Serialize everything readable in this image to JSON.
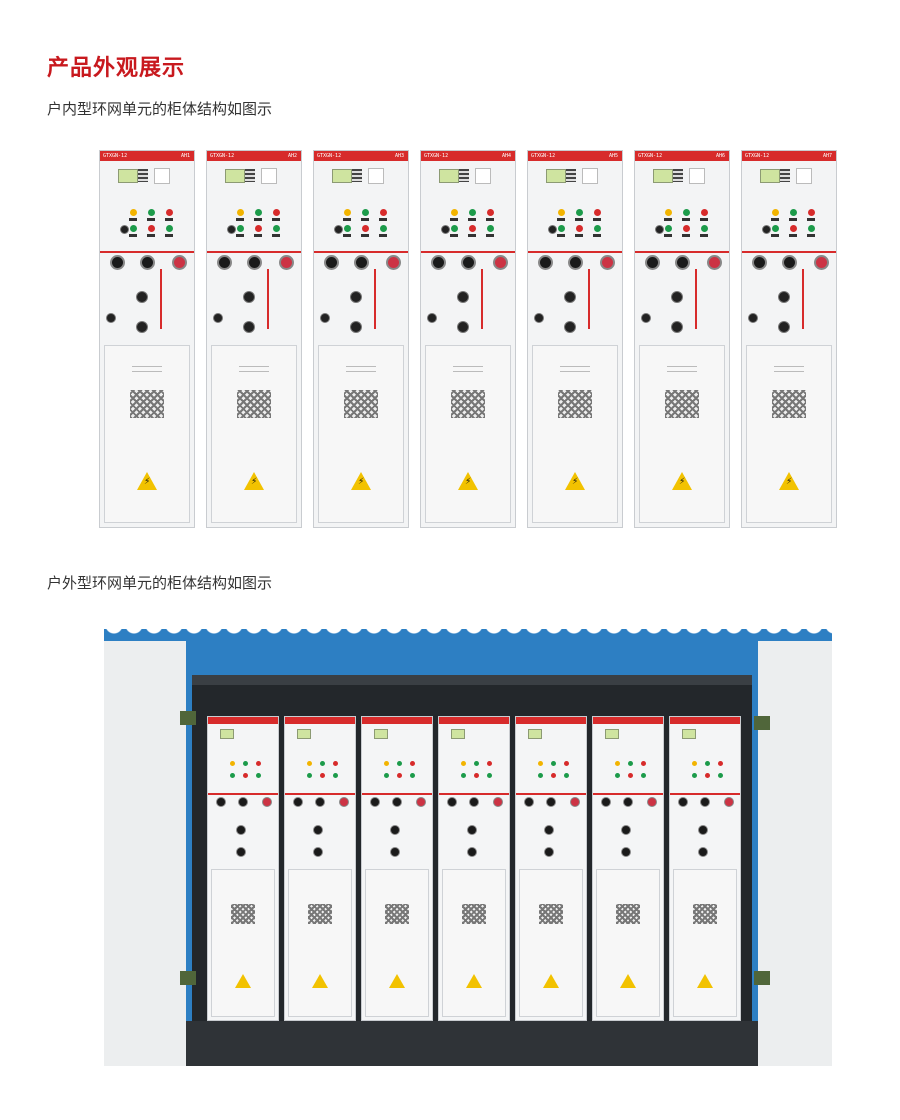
{
  "section_title": "产品外观展示",
  "indoor_caption": "户内型环网单元的柜体结构如图示",
  "outdoor_caption": "户外型环网单元的柜体结构如图示",
  "indoor_cabinets": [
    {
      "model": "GTXGN-12",
      "tag": "AH1"
    },
    {
      "model": "GTXGN-12",
      "tag": "AH2"
    },
    {
      "model": "GTXGN-12",
      "tag": "AH3"
    },
    {
      "model": "GTXGN-12",
      "tag": "AH4"
    },
    {
      "model": "GTXGN-12",
      "tag": "AH5"
    },
    {
      "model": "GTXGN-12",
      "tag": "AH6"
    },
    {
      "model": "GTXGN-12",
      "tag": "AH7"
    }
  ],
  "outdoor_cabinet_count": 7,
  "colors": {
    "title_red": "#c8191e",
    "header_red": "#d72b2b",
    "enclosure_blue": "#2d7fc3",
    "warning_yellow": "#f2c200"
  },
  "icons": {
    "warning": "high-voltage-warning-icon"
  }
}
